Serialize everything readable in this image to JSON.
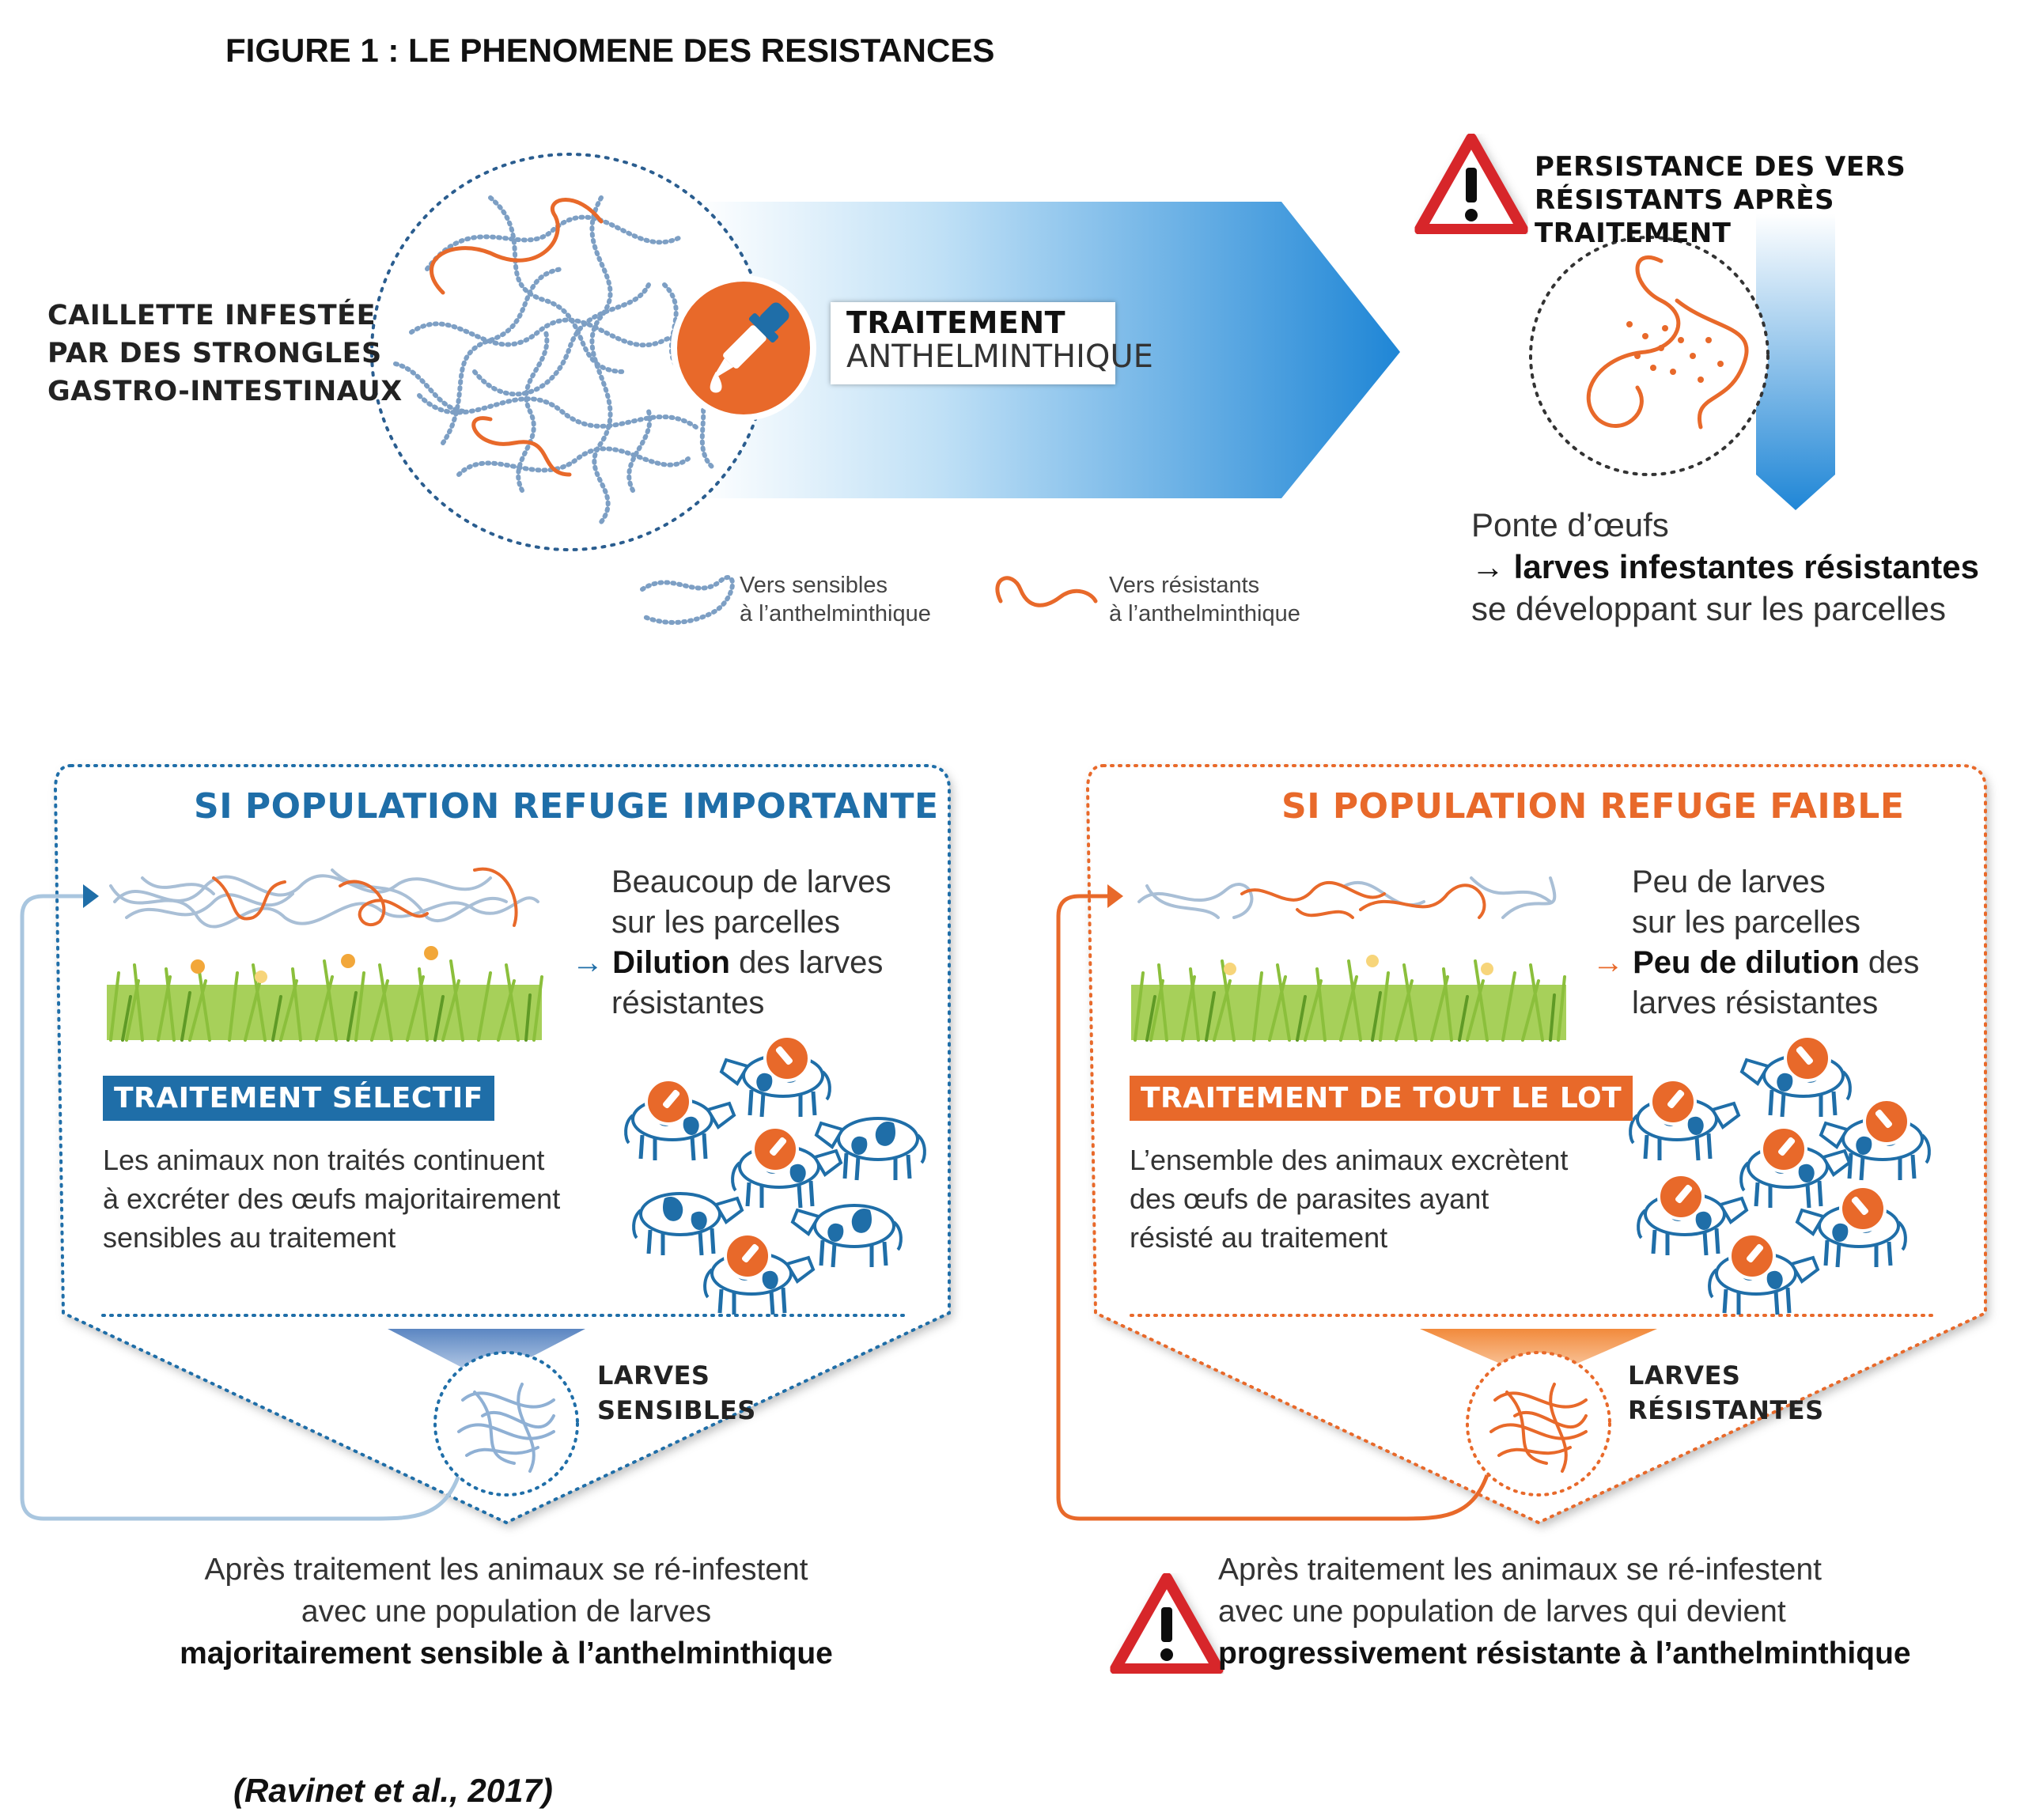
{
  "figure_title": "FIGURE 1 : LE PHENOMENE DES RESISTANCES",
  "top": {
    "caillette_label": [
      "CAILLETTE INFESTÉE",
      "PAR DES STRONGLES",
      "GASTRO-INTESTINAUX"
    ],
    "treatment_label_1": "TRAITEMENT",
    "treatment_label_2": "ANTHELMINTHIQUE",
    "persistence_label": [
      "PERSISTANCE DES VERS",
      "RÉSISTANTS APRÈS TRAITEMENT"
    ],
    "ponte_line1": "Ponte d’œufs",
    "ponte_arrow": "→",
    "ponte_line2": "larves infestantes résistantes",
    "ponte_line3": "se développant sur les parcelles",
    "legend_sensitive": [
      "Vers sensibles",
      "à l’anthelminthique"
    ],
    "legend_resistant": [
      "Vers résistants",
      "à l’anthelminthique"
    ]
  },
  "panel_left": {
    "title": "SI POPULATION REFUGE IMPORTANTE",
    "text_1": "Beaucoup de larves",
    "text_2": "sur les parcelles",
    "arrow": "→",
    "text_3_bold": "Dilution",
    "text_3_rest": " des larves",
    "text_4": "résistantes",
    "tag": "TRAITEMENT SÉLECTIF",
    "desc": [
      "Les animaux non traités continuent",
      "à excréter des œufs majoritairement",
      "sensibles au traitement"
    ],
    "larvae_label": [
      "LARVES",
      "SENSIBLES"
    ],
    "after_1": "Après traitement les animaux se ré-infestent",
    "after_2": "avec une population de larves",
    "after_3": "majoritairement sensible à l’anthelminthique"
  },
  "panel_right": {
    "title": "SI POPULATION REFUGE FAIBLE",
    "text_1": "Peu de larves",
    "text_2": "sur les parcelles",
    "arrow": "→",
    "text_3_bold": "Peu de dilution",
    "text_3_rest": " des",
    "text_4": "larves résistantes",
    "tag": "TRAITEMENT DE TOUT LE LOT",
    "desc": [
      "L’ensemble des animaux excrètent",
      "des œufs de parasites ayant",
      "résisté au traitement"
    ],
    "larvae_label": [
      "LARVES",
      "RÉSISTANTES"
    ],
    "after_1": "Après traitement les animaux se ré-infestent",
    "after_2": "avec une population de larves qui devient",
    "after_3": "progressivement résistante à l’anthelminthique"
  },
  "citation": "(Ravinet et al., 2017)",
  "colors": {
    "blue": "#1f6ea8",
    "light_blue": "#4aa3e0",
    "orange": "#e8692a",
    "red": "#d7262c",
    "grass": "#8bbf3c"
  }
}
